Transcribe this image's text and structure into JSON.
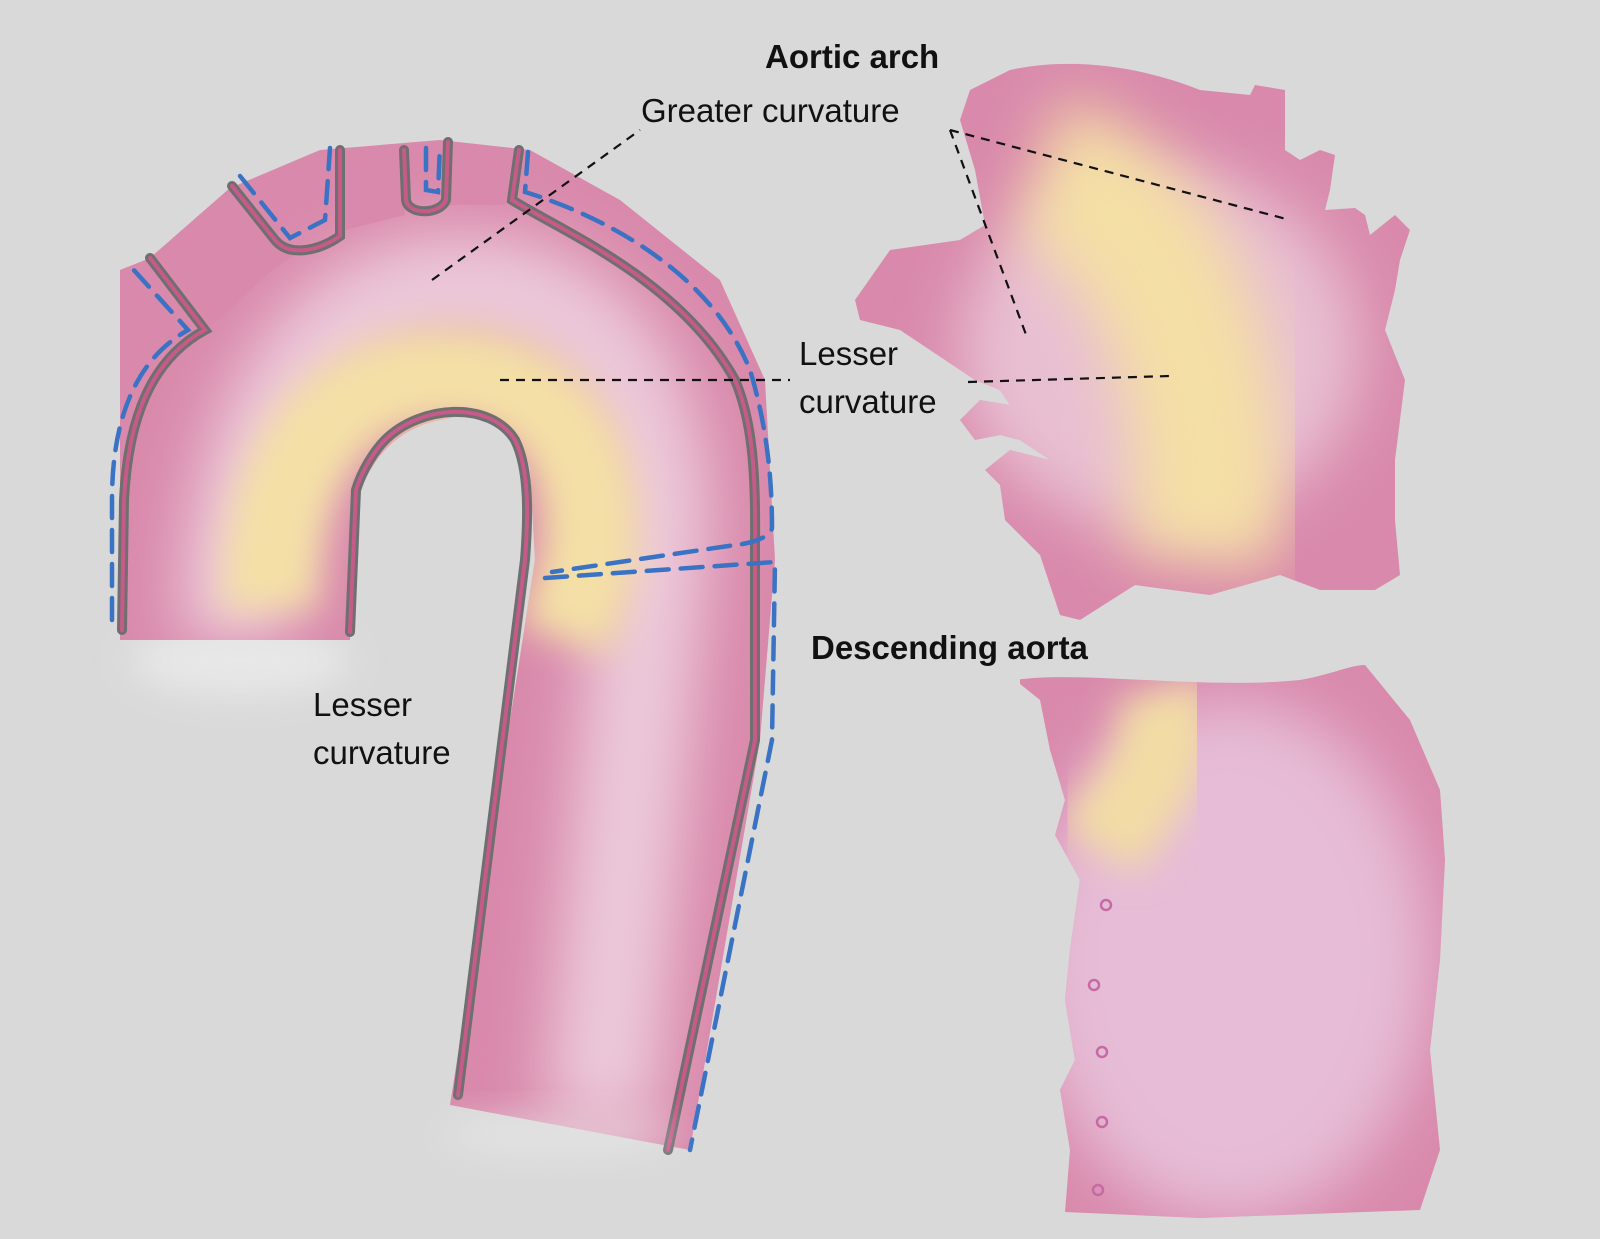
{
  "labels": {
    "aortic_arch": "Aortic arch",
    "greater_curvature": "Greater curvature",
    "lesser_curvature_top": "Lesser\ncurvature",
    "lesser_curvature_left": "Lesser\ncurvature",
    "descending_aorta": "Descending aorta"
  },
  "colors": {
    "background": "#d9d9d9",
    "vessel_pink": "#d98aac",
    "vessel_light": "#ecc8da",
    "plaque_yellow": "#f4e0a6",
    "wall_gray": "#6f6f6f",
    "outline_blue": "#3a72c4"
  }
}
